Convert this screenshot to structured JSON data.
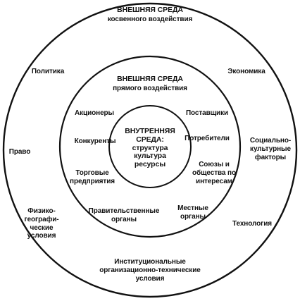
{
  "diagram": {
    "line_color": "#111111",
    "outer_ring": {
      "title": "ВНЕШНЯЯ СРЕДА",
      "subtitle": "косвенного воздействия",
      "factors": {
        "politics": "Политика",
        "economics": "Экономика",
        "law": "Право",
        "sociocultural": "Социально-\nкультурные\nфакторы",
        "physicogeographic": "Физико-\nгеографи-\nческие\nусловия",
        "technology": "Технология",
        "institutional": "Институциональные\nорганизационно-технические\nусловия"
      }
    },
    "middle_ring": {
      "title": "ВНЕШНЯЯ СРЕДА",
      "subtitle": "прямого воздействия",
      "factors": {
        "shareholders": "Акционеры",
        "suppliers": "Поставщики",
        "competitors": "Конкуренты",
        "consumers": "Потребители",
        "trade": "Торговые\nпредприятия",
        "unions": "Союзы и\nобщества по\nинтересам",
        "government": "Правительственные\nорганы",
        "local": "Местные\nорганы"
      }
    },
    "inner_circle": {
      "text": "ВНУТРЕННЯЯ\nСРЕДА:\nструктура\nкультура\nресурсы"
    }
  }
}
